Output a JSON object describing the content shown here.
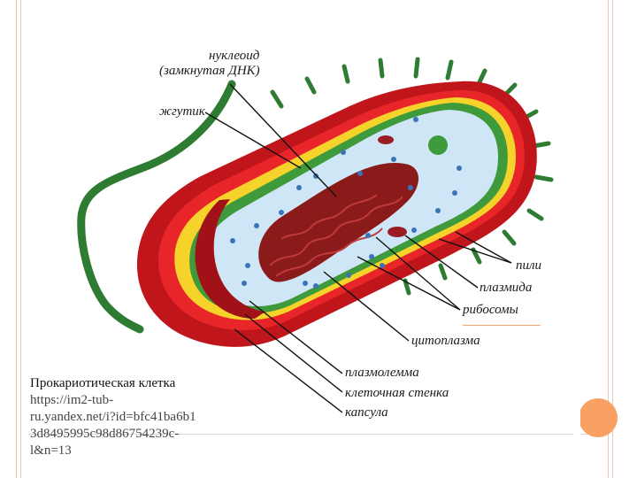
{
  "diagram": {
    "labels": {
      "nucleoid_line1": "нуклеоид",
      "nucleoid_line2": "(замкнутая ДНК)",
      "flagellum": "жгутик",
      "pili": "пили",
      "plasmid": "плазмида",
      "ribosomes": "рибосомы",
      "cytoplasm": "цитоплазма",
      "plasmalemma": "плазмолемма",
      "cell_wall": "клеточная стенка",
      "capsule": "капсула"
    },
    "colors": {
      "capsule": "#c0151b",
      "capsule_inner": "#e8262a",
      "cell_wall": "#f6d32a",
      "plasmalemma": "#3f9a3c",
      "cytoplasm": "#cfe6f6",
      "nucleoid": "#8b1a1a",
      "pili": "#2e7b32",
      "flagellum": "#2e7b32",
      "ribosome": "#3a74b8"
    }
  },
  "caption": {
    "title": "Прокариотическая клетка",
    "url": "https://im2-tub-\nru.yandex.net/i?id=bfc41ba6b1\n3d8495995c98d86754239c-\nl&n=13"
  }
}
